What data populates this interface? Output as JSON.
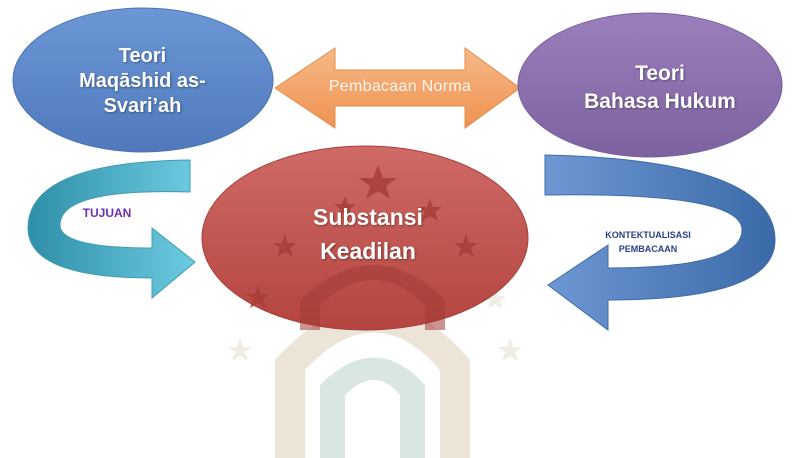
{
  "diagram": {
    "left_node": {
      "lines": [
        "Teori",
        "Maqāshid as-",
        "Svari’ah"
      ]
    },
    "right_node": {
      "lines": [
        "Teori",
        "Bahasa Hukum"
      ]
    },
    "center_node": {
      "lines": [
        "Substansi",
        "Keadilan"
      ]
    },
    "double_arrow_label": "Pembacaan Norma",
    "left_arrow_label": "TUJUAN",
    "right_arrow_label_lines": [
      "KONTEKTUALISASI",
      "PEMBACAAN"
    ]
  },
  "colors": {
    "left_node": "#5b86c6",
    "right_node": "#8c6fae",
    "center_node": "#c0504d",
    "double_arrow": "#f4a66a",
    "left_arrow": "#4bacc6",
    "right_arrow": "#4f81bd"
  },
  "icons": [
    "star-icon",
    "watermark-logo"
  ]
}
